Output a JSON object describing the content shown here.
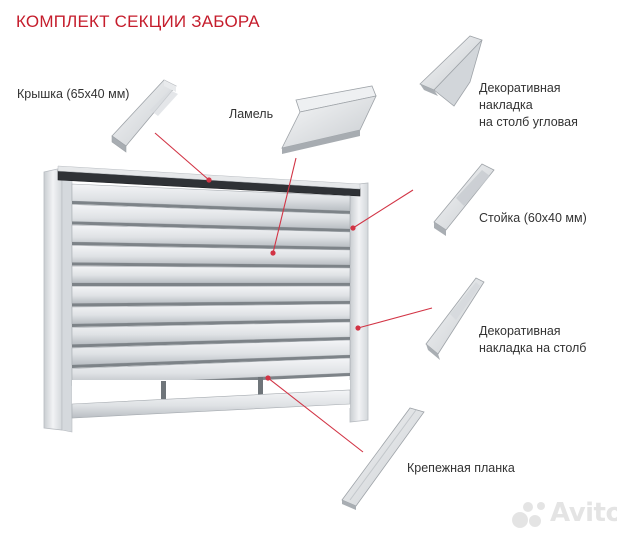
{
  "title": "КОМПЛЕКТ СЕКЦИИ ЗАБОРА",
  "labels": {
    "cover": "Крышка (65х40 мм)",
    "lamel": "Ламель",
    "corner_overlay_line1": "Декоративная",
    "corner_overlay_line2": "накладка",
    "corner_overlay_line3": "на столб угловая",
    "post": "Стойка (60х40 мм)",
    "overlay_line1": "Декоративная",
    "overlay_line2": "накладка на столб",
    "strip": "Крепежная планка"
  },
  "watermark": "Avito",
  "colors": {
    "accent": "#c51d2c",
    "leader": "#d23445",
    "metal_light": "#eef0f2",
    "metal_mid": "#cfd3d7",
    "metal_dark": "#9aa0a6"
  },
  "icons": {
    "watermark_logo": "avito-logo-icon"
  }
}
